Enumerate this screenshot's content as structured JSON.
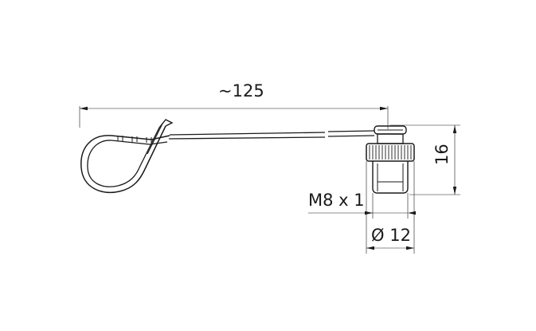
{
  "dimensions": {
    "length": "~125",
    "height": "16",
    "thread": "M8 x 1",
    "diameter": "Ø 12"
  }
}
